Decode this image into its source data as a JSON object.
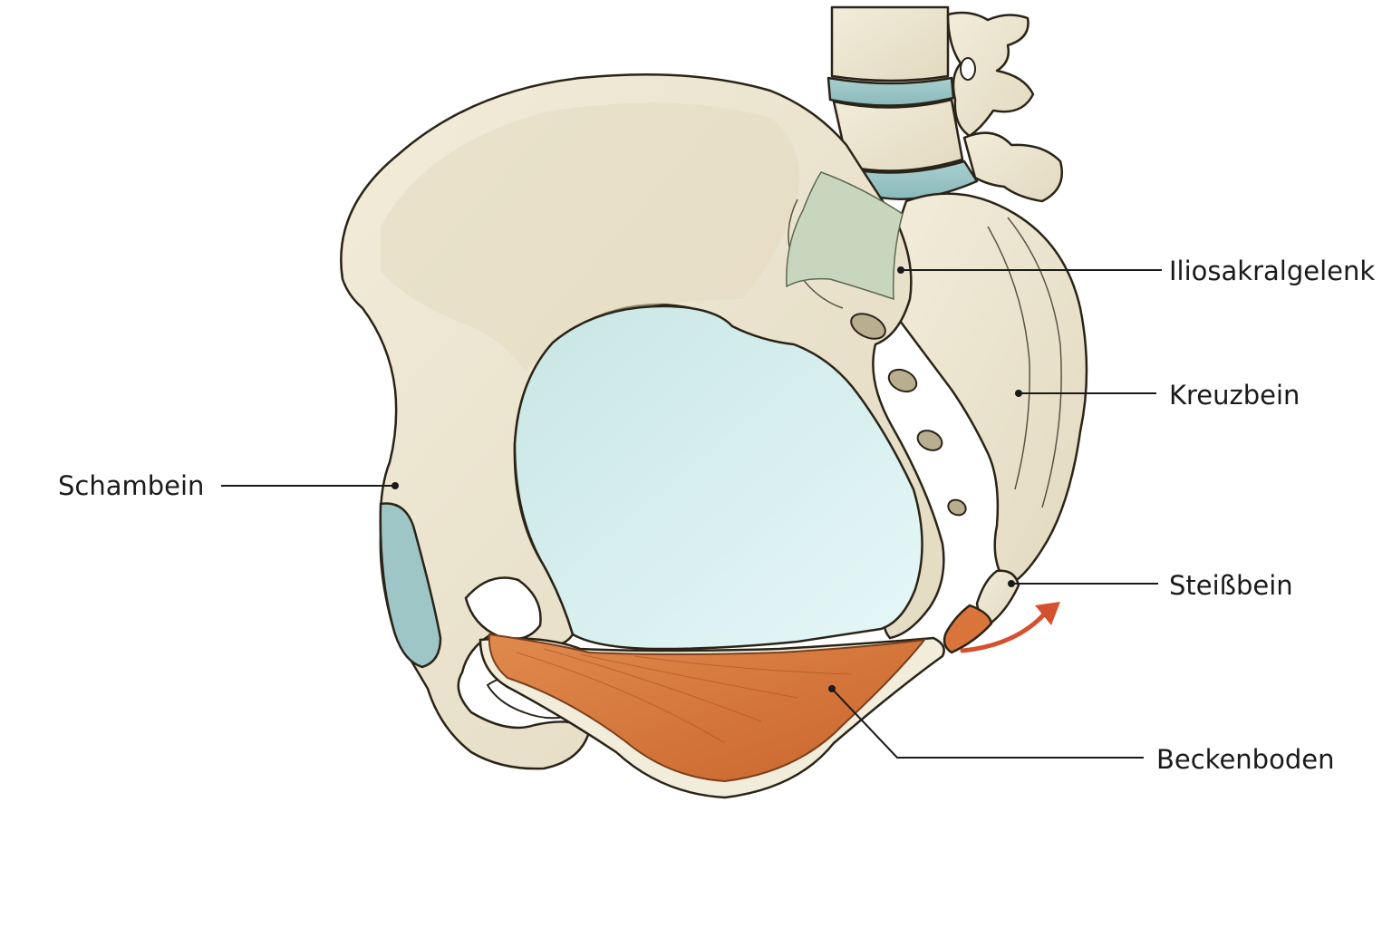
{
  "labels": {
    "iliosakralgelenk": "Iliosakralgelenk",
    "kreuzbein": "Kreuzbein",
    "schambein": "Schambein",
    "steissbein": "Steißbein",
    "beckenboden": "Beckenboden"
  },
  "colors": {
    "bone": "#ece5d0",
    "bone_shadow": "#d8cfb4",
    "cartilage": "#9fc6c6",
    "inlet": "#d6f0f0",
    "ligament": "#c9d6be",
    "muscle": "#d9743a",
    "arrow": "#d5502e",
    "ink": "#1a1a1a"
  },
  "icons": {
    "movement_arrow": "curved-arrow-up-right-icon"
  }
}
